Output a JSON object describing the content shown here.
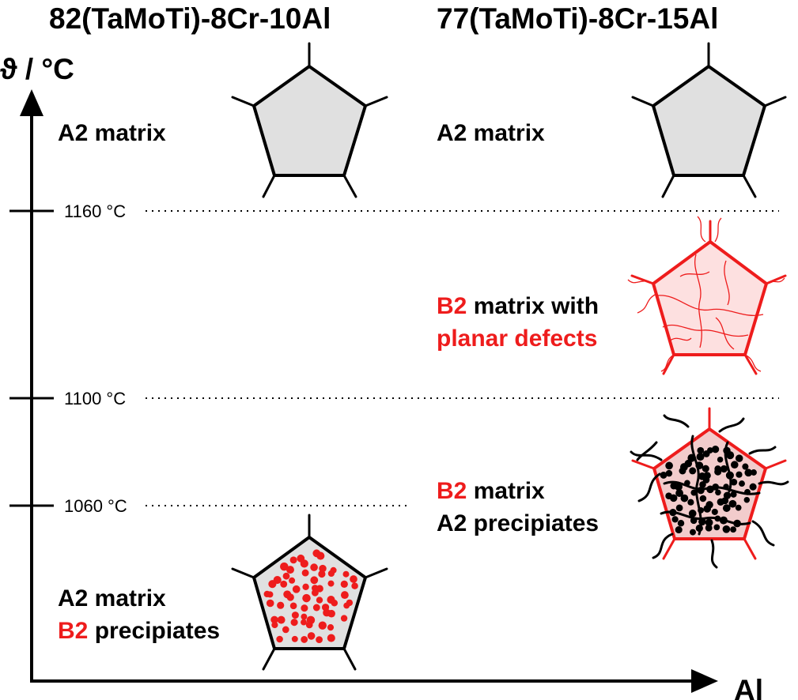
{
  "titles": {
    "left": "82(TaMoTi)-8Cr-10Al",
    "right": "77(TaMoTi)-8Cr-15Al"
  },
  "axes": {
    "y_label": "ϑ / °C",
    "x_label": "Al"
  },
  "temperatures": [
    {
      "label": "1160 °C",
      "value": 1160
    },
    {
      "label": "1100 °C",
      "value": 1100
    },
    {
      "label": "1060 °C",
      "value": 1060
    }
  ],
  "phases": {
    "left_top": {
      "line1": "A2 matrix"
    },
    "right_top": {
      "line1": "A2 matrix"
    },
    "right_middle": {
      "b2": "B2",
      "line1_rest": " matrix with",
      "line2": "planar defects"
    },
    "right_lower": {
      "b2": "B2",
      "line1_rest": " matrix",
      "line2": "A2 precipiates"
    },
    "left_bottom": {
      "line1": "A2 matrix",
      "b2": "B2",
      "line2_rest": " precipiates"
    }
  },
  "colors": {
    "ink": "#000000",
    "accent_red": "#ee1c1c",
    "grain_gray": "#e0e0e0",
    "grain_pink": "#fde0e0",
    "grain_pink_dark": "#f2cccc"
  }
}
